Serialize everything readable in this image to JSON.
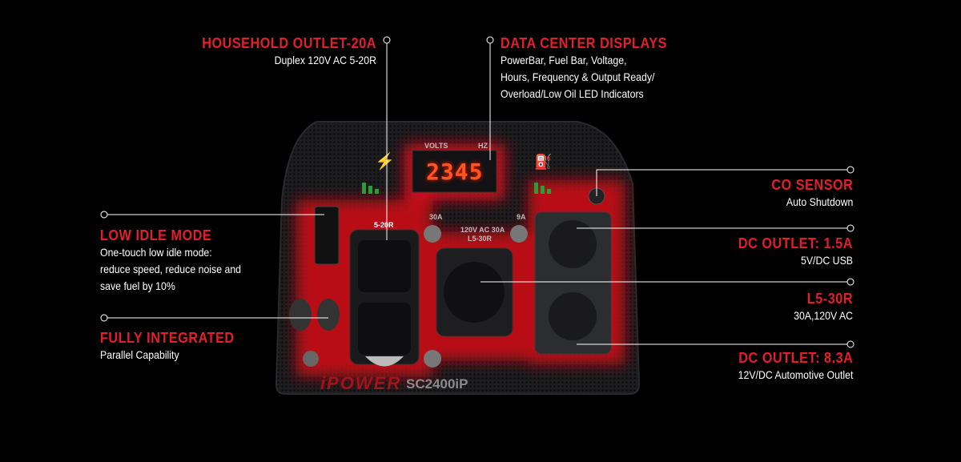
{
  "product": {
    "model": "SC2400iP",
    "brand": "iPOWER",
    "display_value": "2345",
    "labels": {
      "volts": "VOLTS",
      "hz": "HZ",
      "outlet_20a": "5-20R",
      "amp_30": "30A",
      "amp_9": "9A",
      "l530": "120V AC 30A",
      "l530b": "L5-30R"
    }
  },
  "callouts": {
    "household": {
      "title": "HOUSEHOLD OUTLET-20A",
      "desc": [
        "Duplex 120V AC 5-20R"
      ]
    },
    "data_center": {
      "title": "DATA CENTER DISPLAYS",
      "desc": [
        "PowerBar, Fuel Bar, Voltage,",
        "Hours, Frequency & Output Ready/",
        "Overload/Low Oil LED Indicators"
      ]
    },
    "co_sensor": {
      "title": "CO SENSOR",
      "desc": [
        "Auto Shutdown"
      ]
    },
    "low_idle": {
      "title": "LOW IDLE MODE",
      "desc": [
        "One-touch low idle mode:",
        "reduce speed, reduce noise and",
        "save fuel by 10%"
      ]
    },
    "dc_15": {
      "title": "DC OUTLET: 1.5A",
      "desc": [
        "5V/DC USB"
      ]
    },
    "l5_30r": {
      "title": "L5-30R",
      "desc": [
        "30A,120V AC"
      ]
    },
    "parallel": {
      "title": "FULLY INTEGRATED",
      "desc": [
        "Parallel Capability"
      ]
    },
    "dc_83": {
      "title": "DC OUTLET: 8.3A",
      "desc": [
        "12V/DC Automotive Outlet"
      ]
    }
  },
  "colors": {
    "accent": "#e3202a",
    "background": "#000000",
    "panel": "#1c1c1e",
    "glow": "#d4101a"
  }
}
